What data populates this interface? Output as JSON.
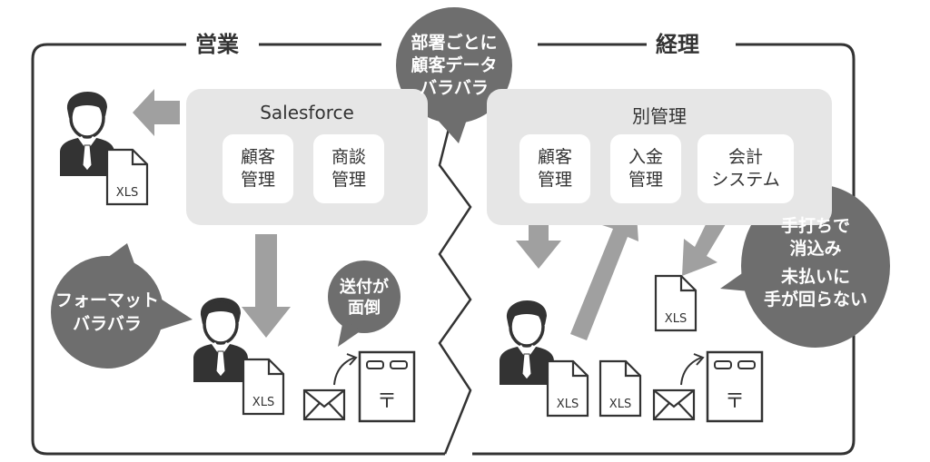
{
  "sections": {
    "left_title": "営業",
    "right_title": "経理"
  },
  "center_bubble": {
    "text": "部署ごとに\n顧客データ\nバラバラ"
  },
  "left_panel": {
    "title": "Salesforce",
    "cards": [
      "顧客\n管理",
      "商談\n管理"
    ]
  },
  "right_panel": {
    "title": "別管理",
    "cards": [
      "顧客\n管理",
      "入金\n管理",
      "会計\nシステム"
    ]
  },
  "bubbles": {
    "format": "フォーマット\nバラバラ",
    "sending": "送付が\n面倒",
    "manual": "手打ちで\n消込み",
    "unpaid": "未払いに\n手が回らない"
  },
  "file_label": "XLS",
  "postbox_mark": "〒",
  "colors": {
    "panel": "#e6e6e6",
    "arrow": "#a0a0a0",
    "bubble": "#6e6e6e",
    "line": "#333333",
    "person": "#333333"
  },
  "icons": [
    "businessman-icon",
    "xls-file-icon",
    "envelope-icon",
    "postbox-icon",
    "arrow-icon"
  ]
}
